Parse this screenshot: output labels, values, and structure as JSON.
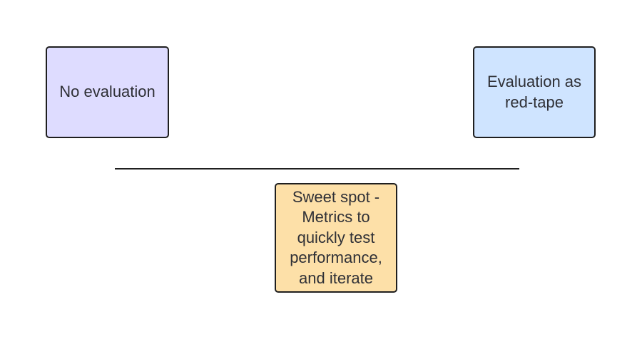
{
  "diagram": {
    "left_box": {
      "label": "No evaluation",
      "color": "#dedcff"
    },
    "right_box": {
      "label": "Evaluation as red-tape",
      "color": "#cfe4ff"
    },
    "bottom_box": {
      "label": "Sweet spot - Metrics to quickly test performance, and iterate",
      "color": "#fde0a8"
    }
  }
}
